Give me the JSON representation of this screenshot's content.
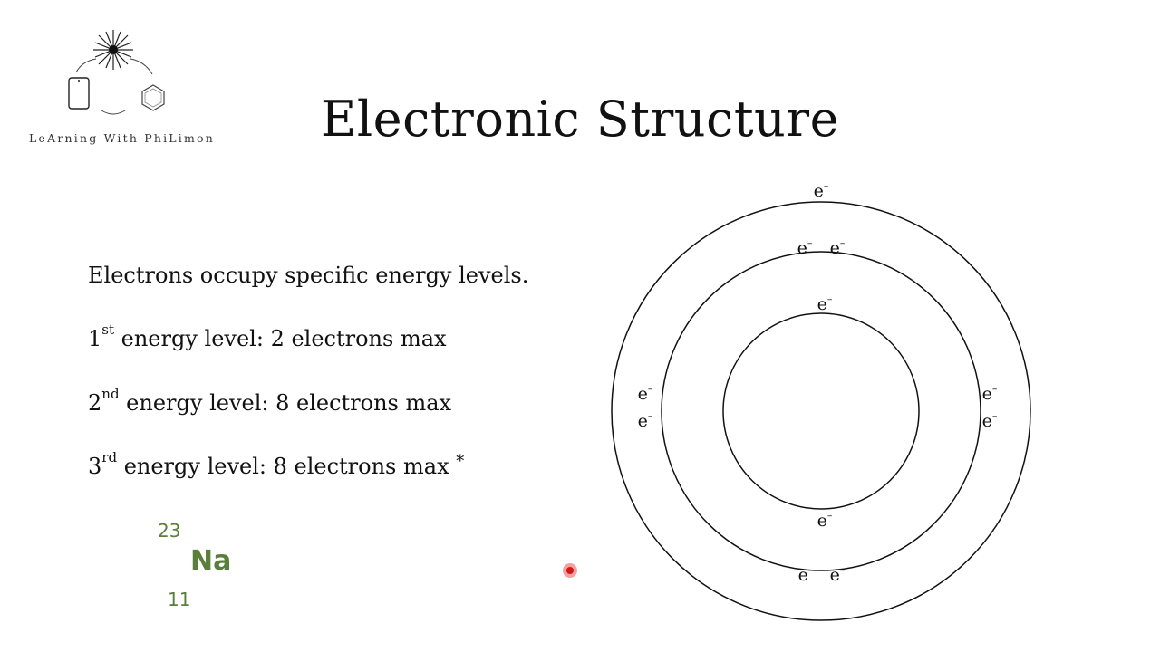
{
  "logo": {
    "text": "LeArning With PhiLimon"
  },
  "title": "Electronic Structure",
  "lines": [
    {
      "prefix": "",
      "sup": "",
      "text": "Electrons occupy specific energy levels.",
      "asterisk": ""
    },
    {
      "prefix": "1",
      "sup": "st",
      "text": " energy level: 2 electrons max",
      "asterisk": ""
    },
    {
      "prefix": "2",
      "sup": "nd",
      "text": " energy level: 8 electrons max",
      "asterisk": ""
    },
    {
      "prefix": "3",
      "sup": "rd",
      "text": " energy level: 8 electrons max",
      "asterisk": "*"
    }
  ],
  "element": {
    "mass_number": "23",
    "symbol": "Na",
    "atomic_number": "11",
    "color": "#5a7f3a"
  },
  "diagram": {
    "electron_label": "e",
    "electron_charge": "–",
    "shells": [
      {
        "name": "shell-1",
        "electrons_shown": 2
      },
      {
        "name": "shell-2",
        "electrons_shown": 8
      },
      {
        "name": "shell-3",
        "electrons_shown": 1
      }
    ]
  },
  "cursor": {
    "color": "#d01818"
  }
}
